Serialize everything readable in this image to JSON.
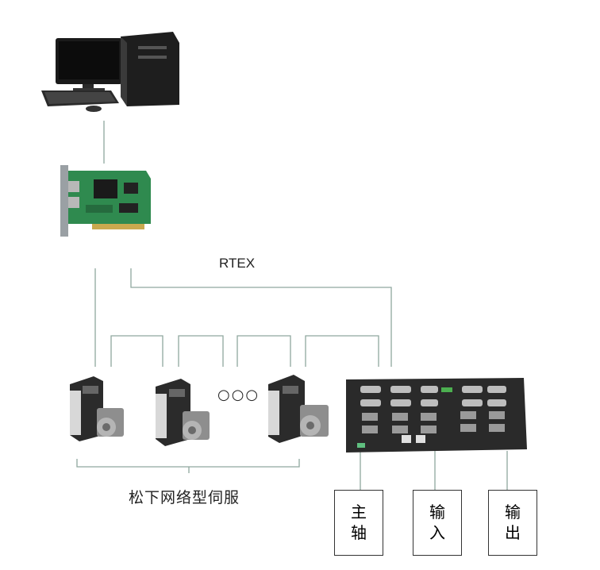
{
  "labels": {
    "bus_name": "RTEX",
    "ellipsis": "○○○",
    "servo_group": "松下网络型伺服"
  },
  "boxes": [
    {
      "id": "spindle",
      "line1": "主",
      "line2": "轴"
    },
    {
      "id": "input",
      "line1": "输",
      "line2": "入"
    },
    {
      "id": "output",
      "line1": "输",
      "line2": "出"
    }
  ],
  "colors": {
    "wire": "#8fa89f",
    "pcb": "#2f8a4f",
    "drive": "#2b2b2b",
    "motor": "#9a9a9a",
    "panel": "#2a2a2a"
  }
}
